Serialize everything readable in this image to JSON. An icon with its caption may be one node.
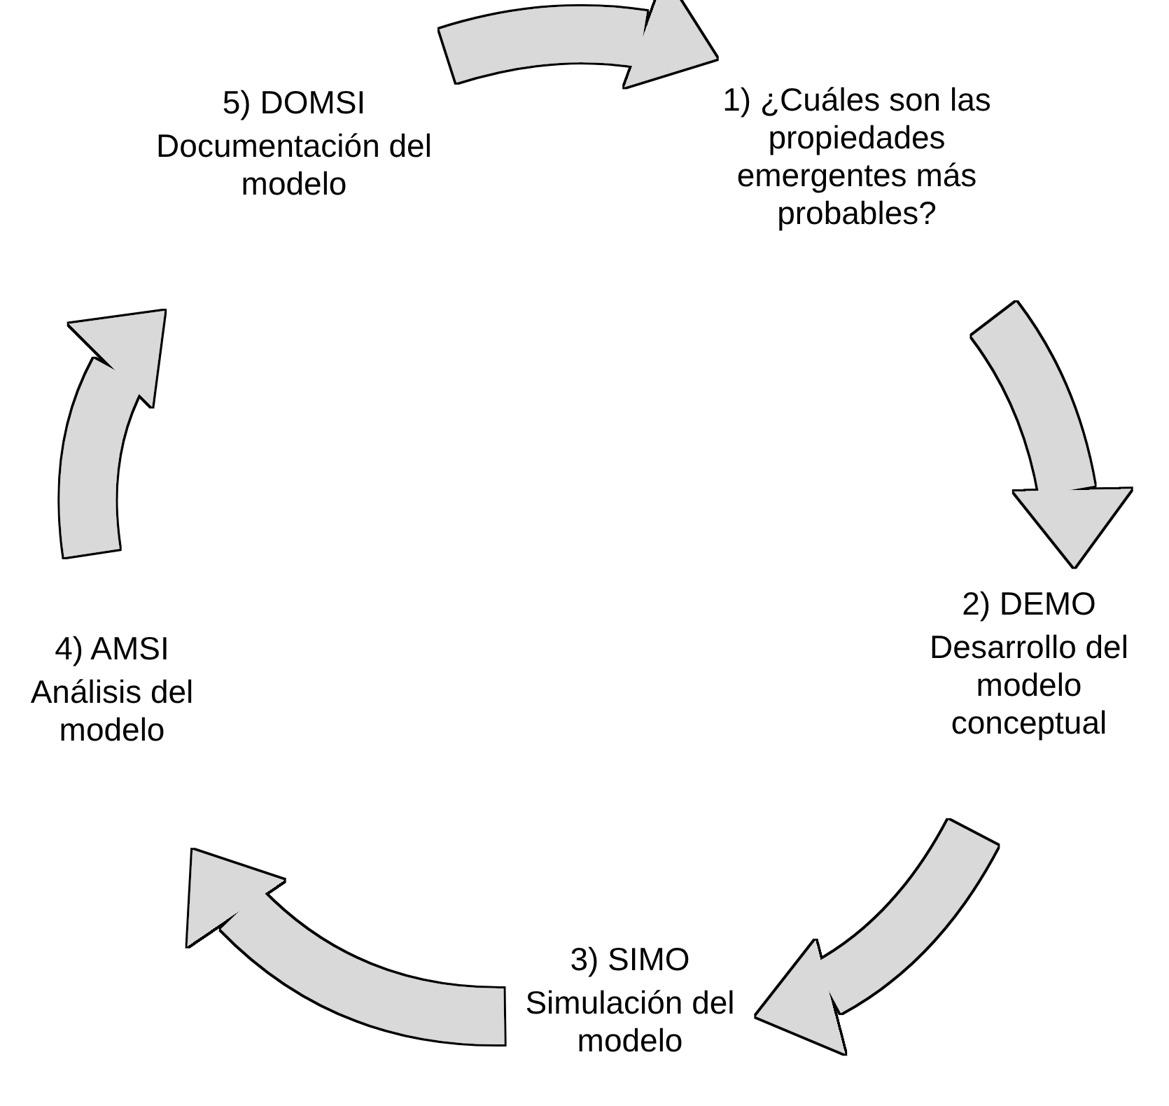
{
  "diagram": {
    "nodes": [
      {
        "text": [
          "1) ¿Cuáles son las propiedades emergentes más probables?"
        ]
      },
      {
        "text": [
          "2) DEMO",
          "Desarrollo del modelo conceptual"
        ]
      },
      {
        "text": [
          "3) SIMO",
          "Simulación del modelo"
        ]
      },
      {
        "text": [
          "4) AMSI",
          "Análisis del modelo"
        ]
      },
      {
        "text": [
          "5) DOMSI",
          "Documentación del modelo"
        ]
      }
    ],
    "edges": [
      {
        "from": 4,
        "to": 0,
        "arrow": "to"
      },
      {
        "from": 0,
        "to": 1,
        "arrow": "to"
      },
      {
        "from": 1,
        "to": 2,
        "arrow": "to"
      },
      {
        "from": 2,
        "to": 3,
        "arrow": "to"
      },
      {
        "from": 3,
        "to": 4,
        "arrow": "to"
      }
    ]
  }
}
